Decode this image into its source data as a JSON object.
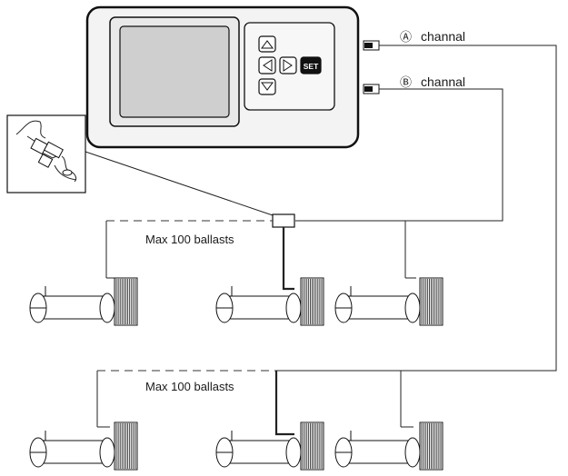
{
  "controller": {
    "set_label": "SET",
    "arrow_icons": [
      "up-arrow-icon",
      "left-arrow-icon",
      "right-arrow-icon",
      "down-arrow-icon"
    ]
  },
  "channels": [
    {
      "symbol": "Ⓐ",
      "label": "channal"
    },
    {
      "symbol": "Ⓑ",
      "label": "channal"
    }
  ],
  "groups": [
    {
      "label": "Max 100 ballasts"
    },
    {
      "label": "Max 100 ballasts"
    }
  ]
}
